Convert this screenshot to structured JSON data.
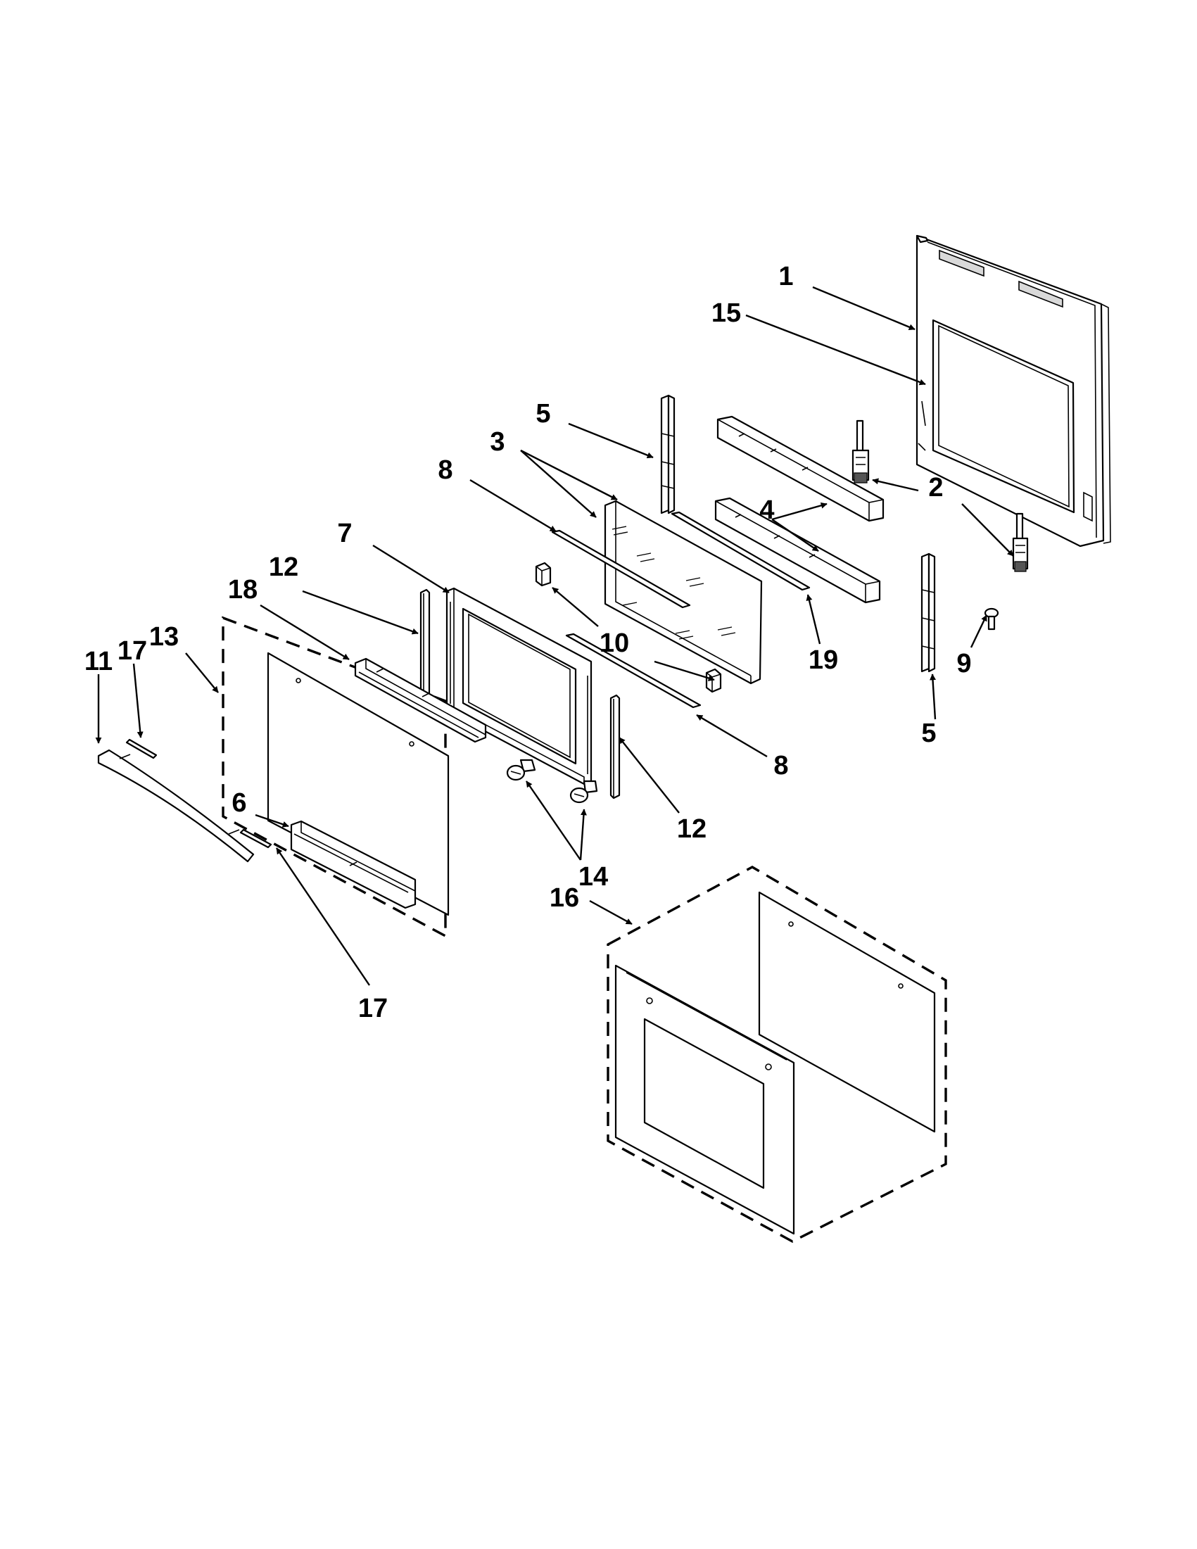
{
  "diagram": {
    "callouts": [
      "1",
      "2",
      "3",
      "4",
      "5",
      "5",
      "6",
      "7",
      "8",
      "8",
      "9",
      "10",
      "11",
      "12",
      "12",
      "13",
      "14",
      "15",
      "16",
      "17",
      "17",
      "18",
      "19"
    ]
  }
}
